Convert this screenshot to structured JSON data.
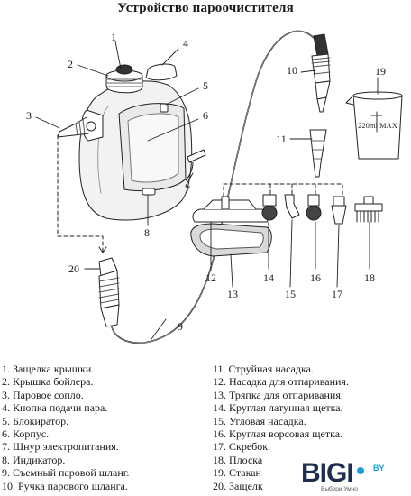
{
  "title": "Устройство пароочистителя",
  "callout_numbers": [
    "1",
    "2",
    "3",
    "4",
    "5",
    "6",
    "7",
    "8",
    "9",
    "10",
    "11",
    "12",
    "13",
    "14",
    "15",
    "16",
    "17",
    "18",
    "19",
    "20"
  ],
  "cup_marking": "220ml MAX",
  "legend_left": [
    "1.  Защелка крышки.",
    "2.  Крышка бойлера.",
    "3.  Паровое сопло.",
    "4.  Кнопка подачи пара.",
    "5.  Блокиратор.",
    "6.  Корпус.",
    "7.  Шнур электропитания.",
    "8.  Индикатор.",
    "9.  Съемный паровой шланг.",
    "10. Ручка парового шланга."
  ],
  "legend_right": [
    "11. Струйная насадка.",
    "12. Насадка для отпаривания.",
    "13. Тряпка для отпаривания.",
    "14. Круглая латунная щетка.",
    "15. Угловая насадка.",
    "16. Круглая ворсовая щетка.",
    "17. Скребок.",
    "18. Плоска",
    "19. Стакан",
    "20. Защелк"
  ],
  "logo": {
    "text": "BIGI",
    "suffix": "BY",
    "tagline": "Выбери Умно",
    "accent": "#1aa0d8",
    "text_color": "#1f2d4e"
  }
}
